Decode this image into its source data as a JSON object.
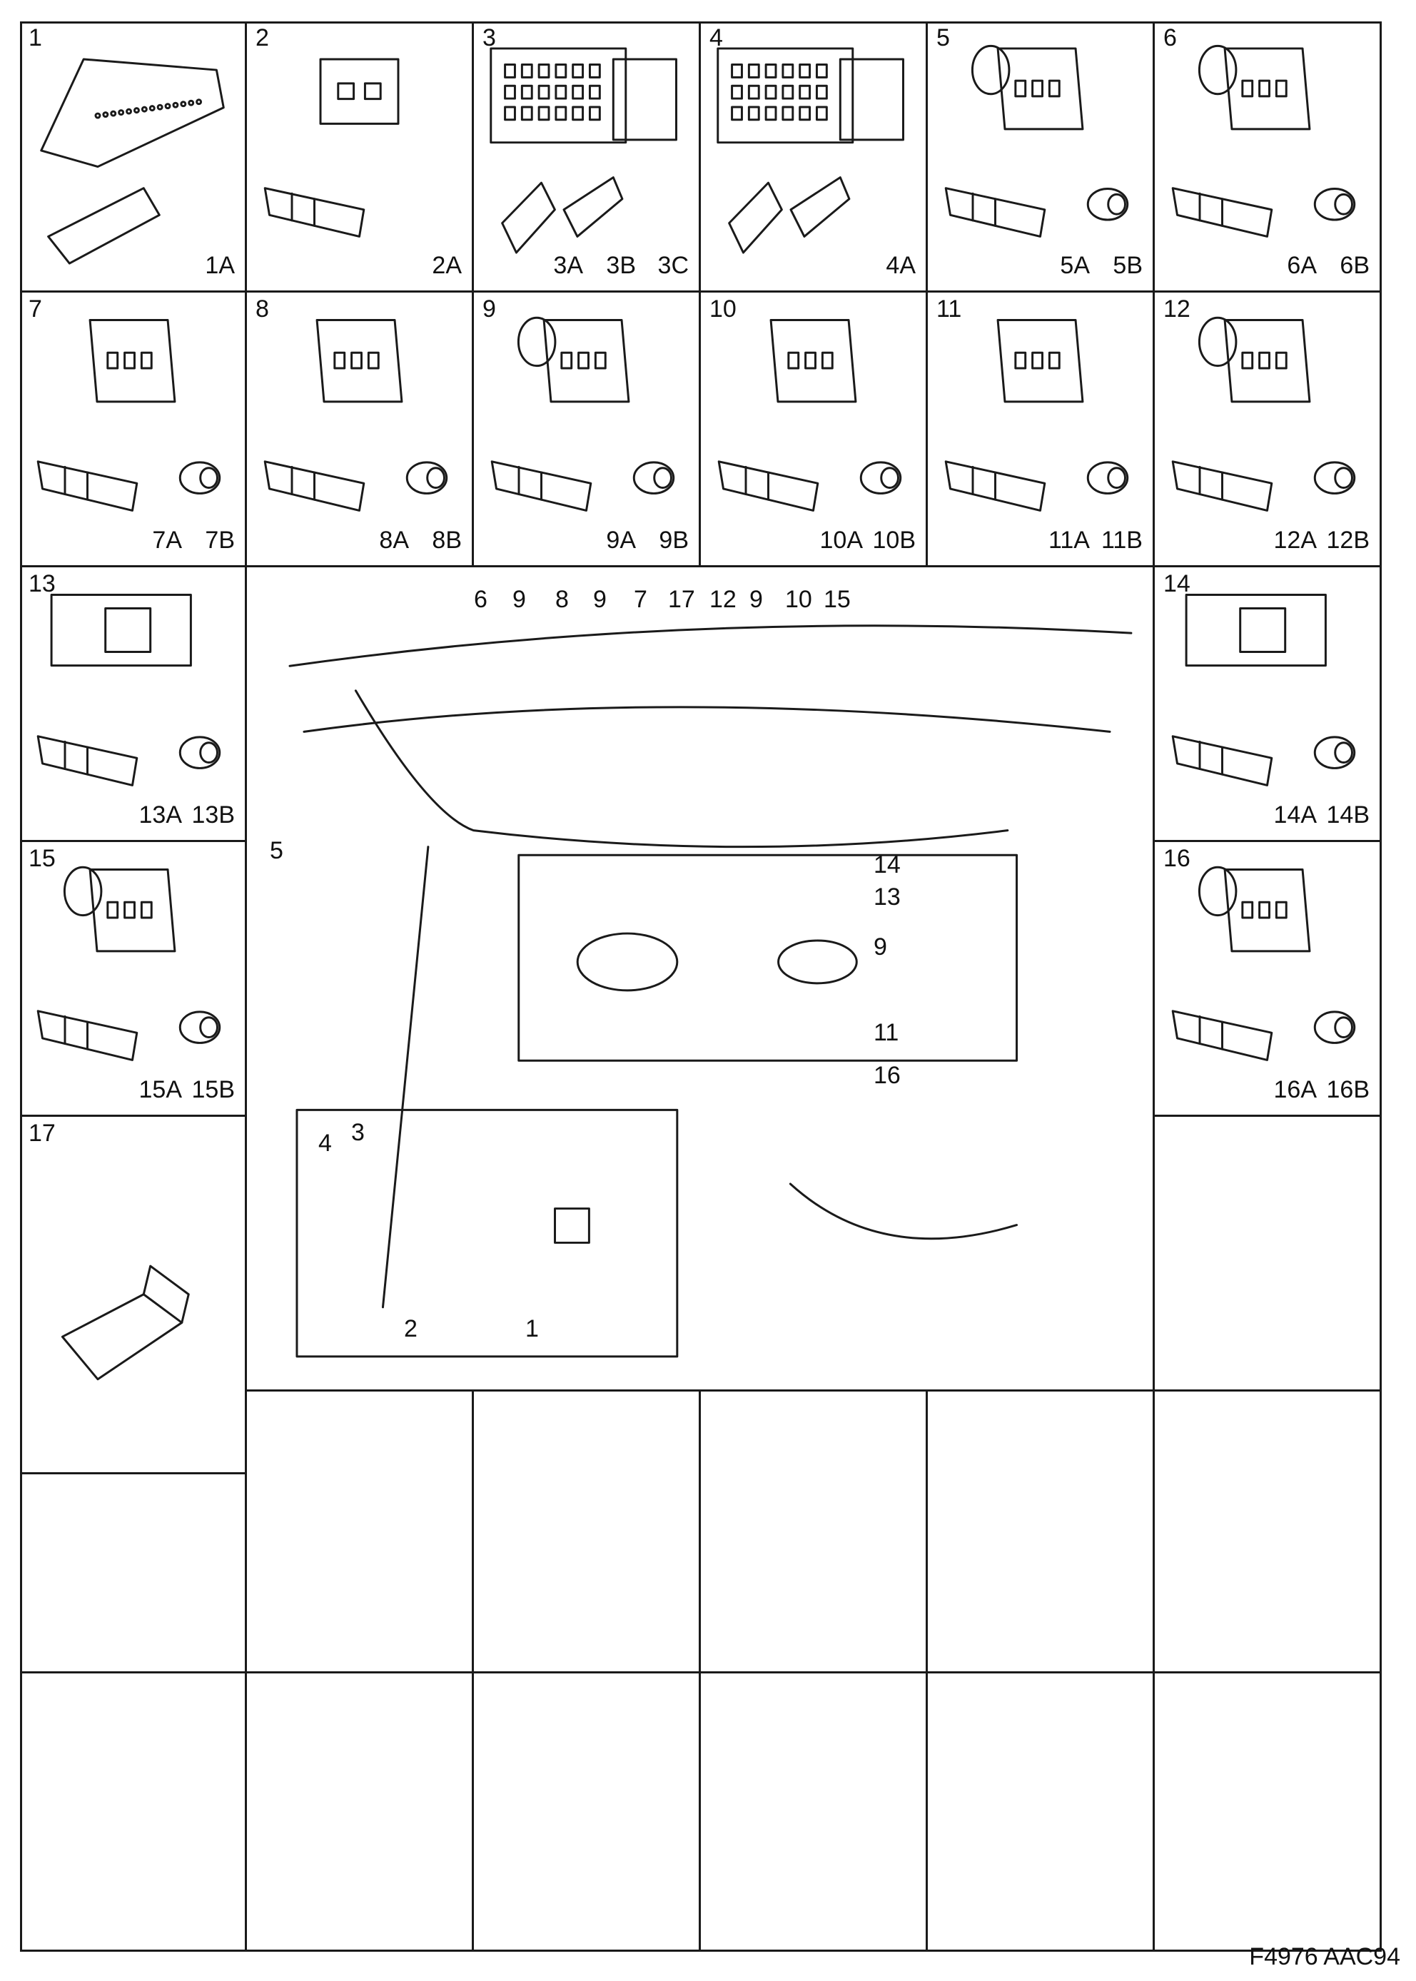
{
  "figure_ref": "F4976 AAC94",
  "connector_cells": [
    {
      "num": "1",
      "parts": [
        "1A"
      ],
      "icon": "multi-pin-ecu-connector"
    },
    {
      "num": "2",
      "parts": [
        "2A"
      ],
      "icon": "small-connector-housing"
    },
    {
      "num": "3",
      "parts": [
        "3A",
        "3B",
        "3C"
      ],
      "icon": "multi-pin-block-connector"
    },
    {
      "num": "4",
      "parts": [
        "4A"
      ],
      "icon": "multi-pin-housing-connector"
    },
    {
      "num": "5",
      "parts": [
        "5A",
        "5B"
      ],
      "icon": "sealed-connector"
    },
    {
      "num": "6",
      "parts": [
        "6A",
        "6B"
      ],
      "icon": "boot-connector"
    },
    {
      "num": "7",
      "parts": [
        "7A",
        "7B"
      ],
      "icon": "three-pin-connector"
    },
    {
      "num": "8",
      "parts": [
        "8A",
        "8B"
      ],
      "icon": "three-pin-connector"
    },
    {
      "num": "9",
      "parts": [
        "9A",
        "9B"
      ],
      "icon": "boot-connector"
    },
    {
      "num": "10",
      "parts": [
        "10A",
        "10B"
      ],
      "icon": "three-pin-connector"
    },
    {
      "num": "11",
      "parts": [
        "11A",
        "11B"
      ],
      "icon": "three-pin-connector"
    },
    {
      "num": "12",
      "parts": [
        "12A",
        "12B"
      ],
      "icon": "boot-connector"
    },
    {
      "num": "13",
      "parts": [
        "13A",
        "13B"
      ],
      "icon": "flat-block-connector"
    },
    {
      "num": "14",
      "parts": [
        "14A",
        "14B"
      ],
      "icon": "flat-block-connector"
    },
    {
      "num": "15",
      "parts": [
        "15A",
        "15B"
      ],
      "icon": "boot-connector"
    },
    {
      "num": "16",
      "parts": [
        "16A",
        "16B"
      ],
      "icon": "boot-connector"
    },
    {
      "num": "17",
      "parts": [],
      "icon": "blade-connector"
    }
  ],
  "main_illustration": {
    "icon": "engine-bay-wiring-harness",
    "top_callouts": [
      "6",
      "9",
      "8",
      "9",
      "7",
      "17",
      "12",
      "9",
      "10",
      "15"
    ],
    "side_callouts": [
      "5",
      "14",
      "13",
      "9",
      "11",
      "16"
    ],
    "inset_callouts": [
      "4",
      "3",
      "2",
      "1"
    ]
  }
}
